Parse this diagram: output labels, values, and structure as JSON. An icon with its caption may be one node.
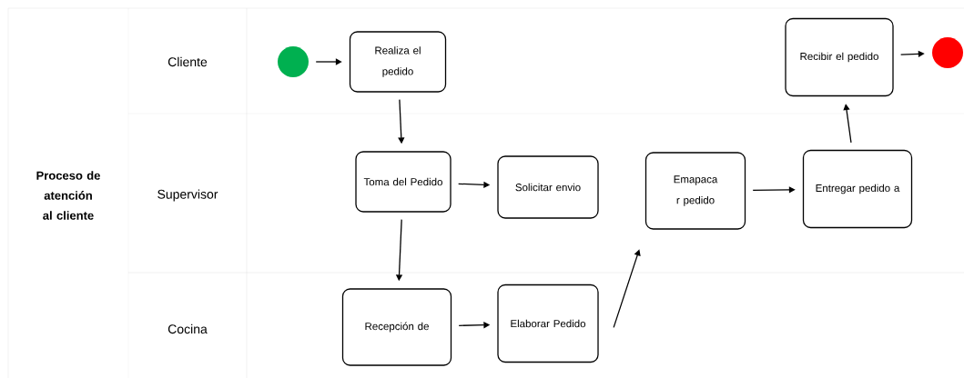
{
  "diagram": {
    "nodes": [
      {
        "text": [],
        "shape": "circle"
      },
      {
        "text": [
          "Realiza el pedido"
        ]
      },
      {
        "text": [
          "Recibir el pedido"
        ]
      },
      {
        "text": [],
        "shape": "circle"
      },
      {
        "text": [
          "Toma del Pedido"
        ]
      },
      {
        "text": [
          "Solicitar envio"
        ]
      },
      {
        "text": [
          "Emapaca r pedido"
        ]
      },
      {
        "text": [
          "Entregar pedido a"
        ]
      },
      {
        "text": [
          "Recepción de"
        ]
      },
      {
        "text": [
          "Elaborar Pedido"
        ]
      }
    ],
    "edges": [
      {
        "from": 0,
        "to": 1,
        "arrow": "to"
      },
      {
        "from": 1,
        "to": 4,
        "arrow": "to"
      },
      {
        "from": 4,
        "to": 5,
        "arrow": "to"
      },
      {
        "from": 4,
        "to": 8,
        "arrow": "to"
      },
      {
        "from": 8,
        "to": 9,
        "arrow": "to"
      },
      {
        "from": 9,
        "to": 6,
        "arrow": "to"
      },
      {
        "from": 6,
        "to": 7,
        "arrow": "to"
      },
      {
        "from": 7,
        "to": 2,
        "arrow": "to"
      },
      {
        "from": 2,
        "to": 3,
        "arrow": "to"
      }
    ],
    "labels": [
      "Proceso de atención al cliente",
      "Cliente",
      "Supervisor",
      "Cocina"
    ]
  }
}
